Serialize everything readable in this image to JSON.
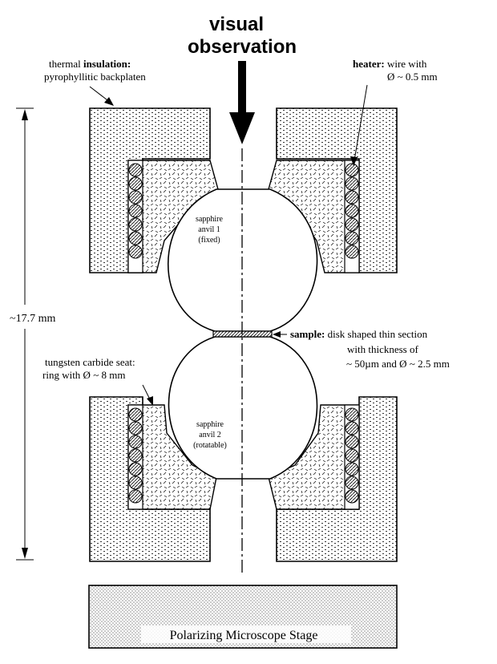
{
  "title": {
    "line1": "visual",
    "line2": "observation"
  },
  "labels": {
    "insulation_bold": "insulation:",
    "insulation_pre": "thermal ",
    "insulation_line2": "pyrophyllitic backplaten",
    "heater_bold": "heater:",
    "heater_rest": " wire with",
    "heater_line2": "Ø ~ 0.5 mm",
    "anvil1_line1": "sapphire",
    "anvil1_line2": "anvil 1",
    "anvil1_line3": "(fixed)",
    "anvil2_line1": "sapphire",
    "anvil2_line2": "anvil 2",
    "anvil2_line3": "(rotatable)",
    "dimension": "~17.7 mm",
    "sample_bold": "sample:",
    "sample_rest": " disk shaped thin section",
    "sample_line2": "with thickness of",
    "sample_line3": "~ 50µm and Ø ~ 2.5 mm",
    "seat_line1": "tungsten carbide seat:",
    "seat_line2": "ring with Ø ~ 8 mm",
    "stage": "Polarizing Microscope Stage"
  }
}
